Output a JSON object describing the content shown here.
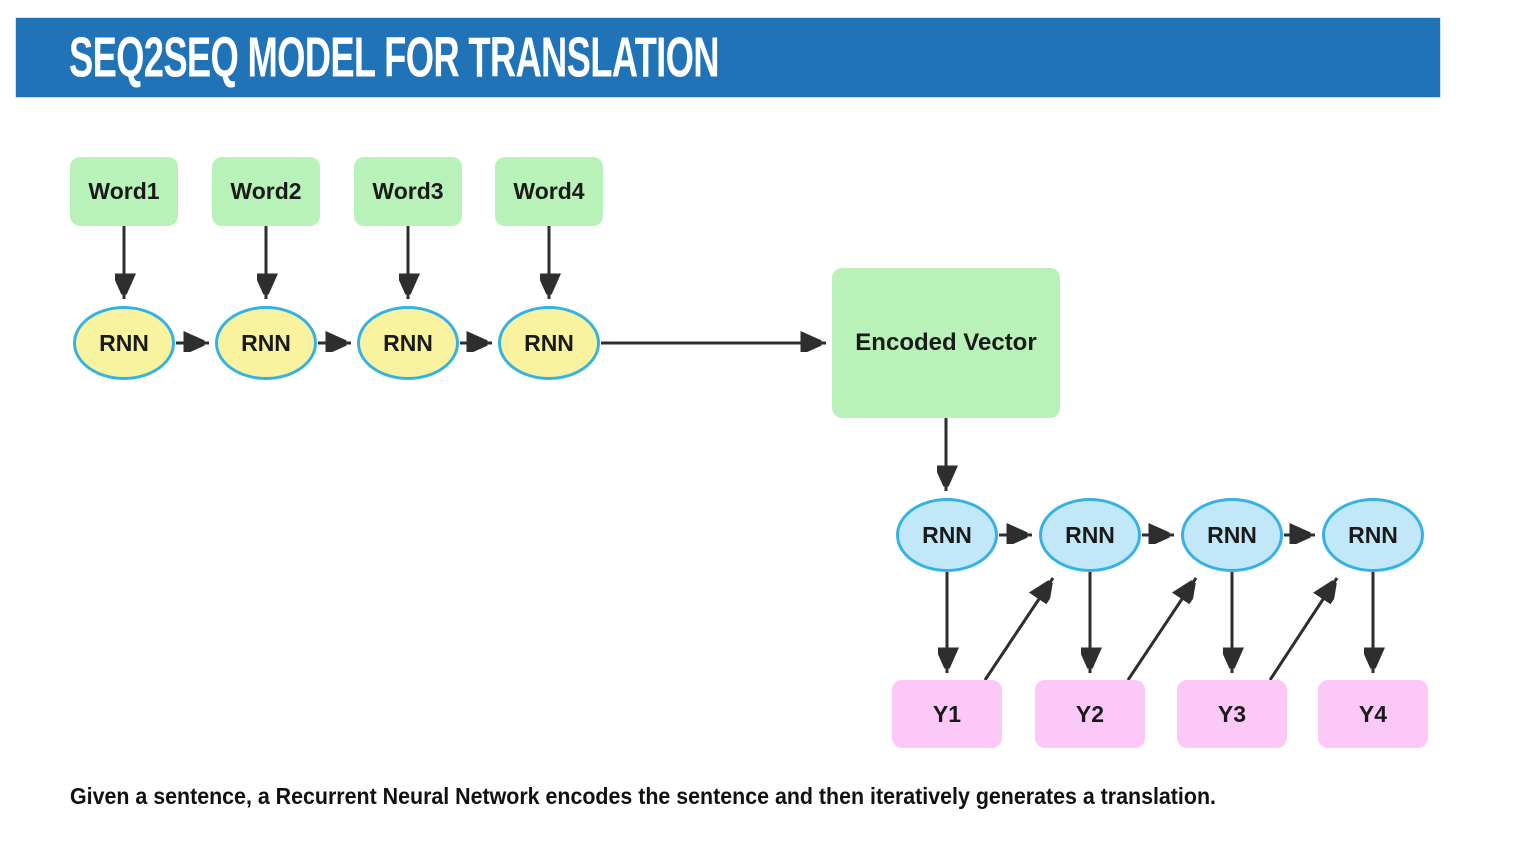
{
  "header": {
    "title": "SEQ2SEQ MODEL FOR TRANSLATION"
  },
  "diagram": {
    "input_words": [
      "Word1",
      "Word2",
      "Word3",
      "Word4"
    ],
    "encoder_rnns": [
      "RNN",
      "RNN",
      "RNN",
      "RNN"
    ],
    "encoded_vector_label": "Encoded Vector",
    "decoder_rnns": [
      "RNN",
      "RNN",
      "RNN",
      "RNN"
    ],
    "outputs": [
      "Y1",
      "Y2",
      "Y3",
      "Y4"
    ]
  },
  "caption": {
    "text": "Given a sentence, a Recurrent Neural Network encodes the sentence and then iteratively generates a translation."
  },
  "colors": {
    "header_bg": "#2173b8",
    "header_text": "#ffffff",
    "input_box_fill": "#b9f2b8",
    "encoder_node_fill": "#f9f39f",
    "node_border": "#35b2e3",
    "encoded_vector_fill": "#b9f2b8",
    "decoder_node_fill": "#c2e7f8",
    "output_box_fill": "#fbc8f8",
    "arrow": "#2e2e2e",
    "text": "#1a1a1a"
  }
}
